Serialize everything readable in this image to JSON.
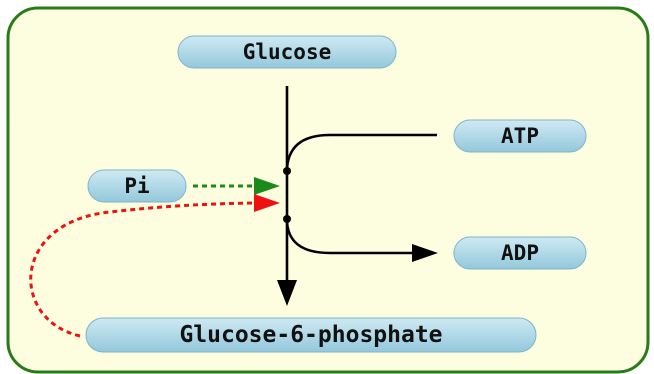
{
  "diagram": {
    "nodes": {
      "glucose": {
        "label": "Glucose"
      },
      "atp": {
        "label": "ATP"
      },
      "pi": {
        "label": "Pi"
      },
      "adp": {
        "label": "ADP"
      },
      "g6p": {
        "label": "Glucose-6-phosphate"
      }
    },
    "colors": {
      "panel_fill": "#fdfde0",
      "panel_border": "#2a7a1a",
      "node_fill": "#a9d6e5",
      "node_border": "#7fb3c8",
      "main_arrow": "#000000",
      "pi_arrow": "#1a8a1a",
      "feedback_arrow": "#ee1111"
    }
  }
}
